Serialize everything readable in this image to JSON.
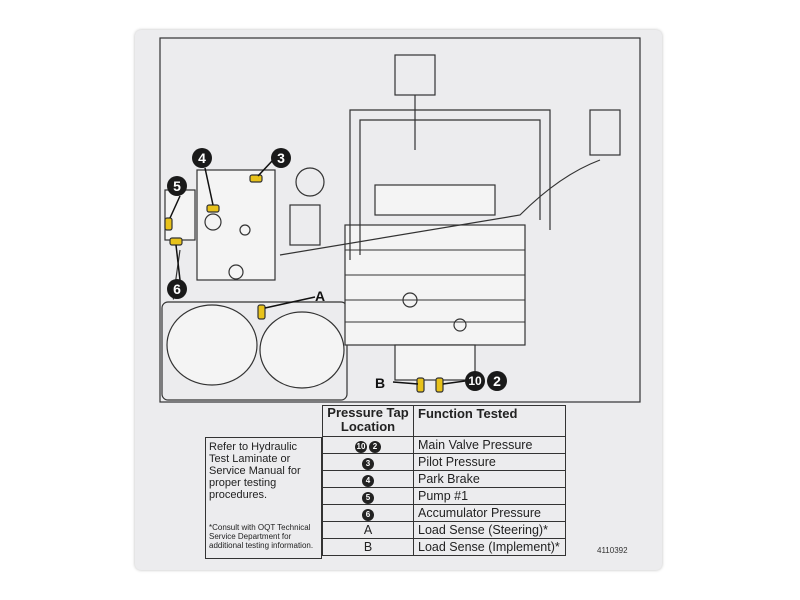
{
  "callouts": {
    "c3": "3",
    "c4": "4",
    "c5": "5",
    "c6": "6",
    "c10": "10",
    "c2": "2",
    "a": "A",
    "b": "B"
  },
  "table": {
    "header_location": "Pressure Tap Location",
    "header_function": "Function Tested",
    "rows": [
      {
        "location": [
          "10",
          "2"
        ],
        "function": "Main Valve Pressure"
      },
      {
        "location": [
          "3"
        ],
        "function": "Pilot Pressure"
      },
      {
        "location": [
          "4"
        ],
        "function": "Park Brake"
      },
      {
        "location": [
          "5"
        ],
        "function": "Pump #1"
      },
      {
        "location": [
          "6"
        ],
        "function": "Accumulator Pressure"
      },
      {
        "location": [
          "A"
        ],
        "function": "Load Sense (Steering)*"
      },
      {
        "location": [
          "B"
        ],
        "function": "Load Sense (Implement)*"
      }
    ]
  },
  "note": {
    "main": "Refer to Hydraulic Test Laminate or Service Manual for proper testing procedures.",
    "footnote": "*Consult with OQT Technical Service Department for additional testing information."
  },
  "part_number": "4110392",
  "colors": {
    "tap": "#e8c21a",
    "callout": "#1a1a1a"
  }
}
